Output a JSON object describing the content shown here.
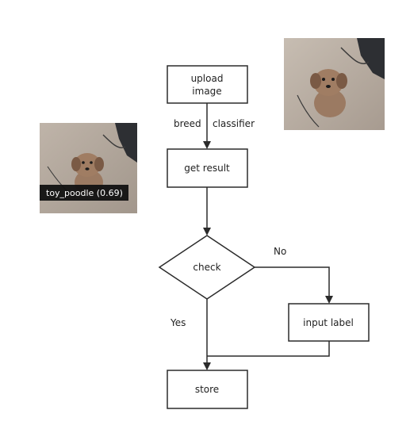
{
  "nodes": {
    "upload": {
      "line1": "upload",
      "line2": "image"
    },
    "get_result": {
      "label": "get result"
    },
    "check": {
      "label": "check"
    },
    "input_label": {
      "label": "input label"
    },
    "store": {
      "label": "store"
    }
  },
  "edges": {
    "upload_to_result": {
      "left_label": "breed",
      "right_label": "classifier"
    },
    "check_no": {
      "label": "No"
    },
    "check_yes": {
      "label": "Yes"
    }
  },
  "images": {
    "input_photo": {
      "subject": "dog photo"
    },
    "classified_photo": {
      "subject": "dog photo",
      "prediction": "toy_poodle (0.69)"
    }
  },
  "colors": {
    "stroke": "#2b2b2b",
    "carpet": "#b8ada3",
    "dog": "#8a6b55",
    "badge": "#111111"
  }
}
